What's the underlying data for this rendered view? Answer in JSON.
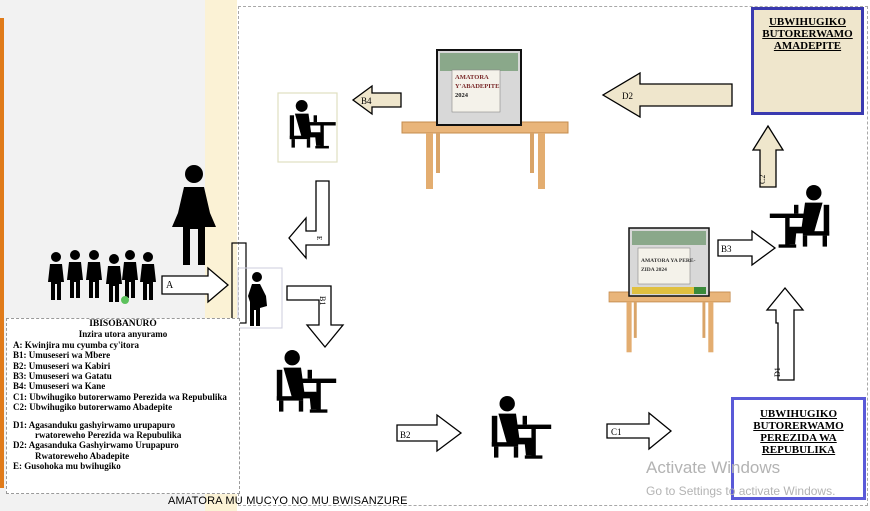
{
  "legend": {
    "title": "IBISOBANURO",
    "subtitle": "Inzira utora anyuramo",
    "items": [
      "A: Kwinjira mu cyumba cy'itora",
      "B1: Umuseseri wa Mbere",
      "B2: Umuseseri wa Kabiri",
      "B3: Umuseseri wa Gatatu",
      "B4: Umuseseri wa Kane",
      "C1: Ubwihugiko butorerwamo Perezida wa Repubulika",
      "C2: Ubwihugiko butorerwamo Abadepite"
    ],
    "items2": [
      "D1: Agasanduku gashyirwamo urupapuro",
      "rwatoreweho Perezida wa Repubulika",
      "D2: Agasanduka Gashyirwamo Urupapuro",
      "Rwatoreweho Abadepite",
      "E: Gusohoka mu bwihugiko"
    ]
  },
  "booths": {
    "deputies": "UBWIHUGIKO BUTORERWAMO AMADEPITE",
    "president": "UBWIHUGIKO BUTORERWAMO PEREZIDA WA REPUBULIKA"
  },
  "ballot_boxes": {
    "deputies_label": "AMATORA Y'ABADEPITE 2024",
    "president_label": "AMATORA YA PERE- ZIDA 2024"
  },
  "arrows": {
    "A": "A",
    "B1": "B1",
    "B2": "B2",
    "B3": "B3",
    "B4": "B4",
    "C1": "C1",
    "C2": "C2",
    "D1": "D1",
    "D2": "D2",
    "E": "E"
  },
  "caption": "AMATORA MU MUCYO NO MU BWISANZURE",
  "watermark": {
    "line1": "Activate Windows",
    "line2": "Go to Settings to activate Windows."
  },
  "colors": {
    "arrow_fill": "#efe6cc",
    "booth_border_deputies": "#3a3ab0",
    "booth_border_president": "#5a5ad8",
    "table_wood": "#e9b57a",
    "ballot_box_border": "#111111"
  }
}
